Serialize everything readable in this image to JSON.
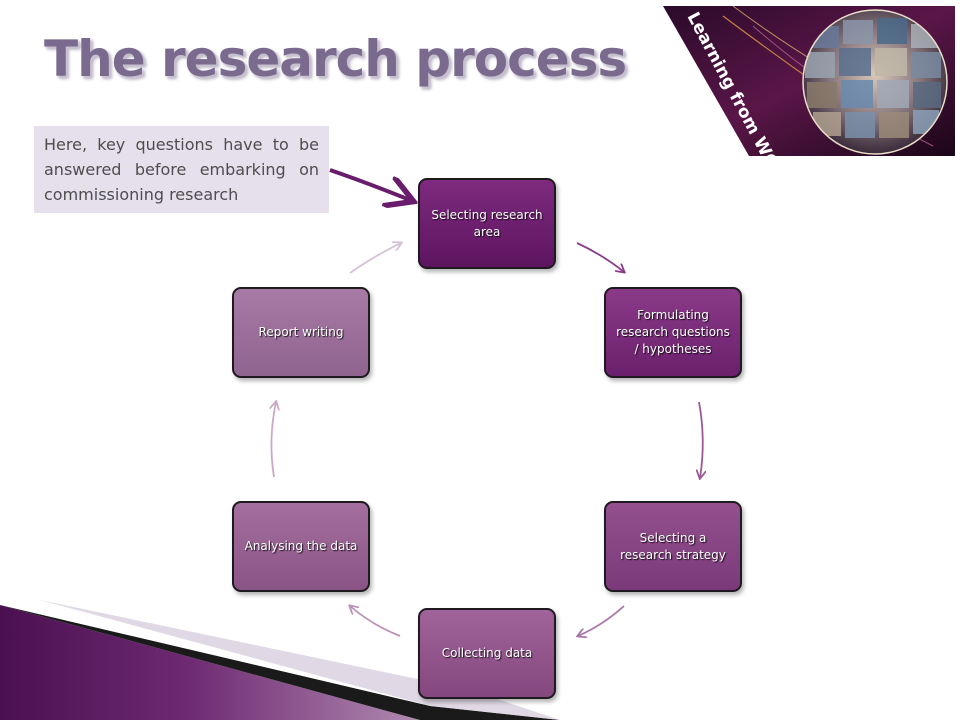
{
  "slide": {
    "title": "The research process",
    "callout": "Here, key questions have to be answered before embarking on commissioning research"
  },
  "cycle": {
    "nodes": [
      {
        "label": "Selecting research area"
      },
      {
        "label": "Formulating research questions / hypotheses"
      },
      {
        "label": "Selecting a research strategy"
      },
      {
        "label": "Collecting data"
      },
      {
        "label": "Analysing the data"
      },
      {
        "label": "Report writing"
      }
    ]
  },
  "logo": {
    "text": "Learning from WOeRK"
  },
  "colors": {
    "title": "#7a6a8e",
    "callout_bg": "#e6e0ec",
    "callout_arrow": "#6a1c6c",
    "node_dark": "#5d1560",
    "node_light": "#a87aa6"
  }
}
